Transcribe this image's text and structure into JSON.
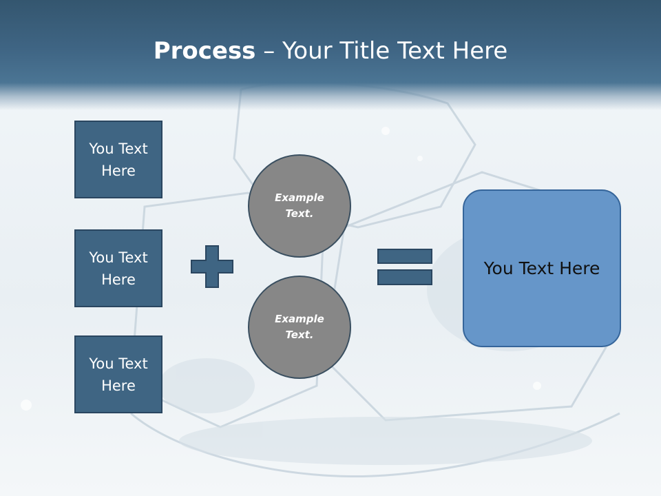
{
  "slide": {
    "title_bold": "Process",
    "title_rest": " – Your Title Text Here",
    "left_boxes": [
      "You Text Here",
      "You Text Here",
      "You Text Here"
    ],
    "circles": [
      "Example Text.",
      "Example Text."
    ],
    "result_text": "You Text Here",
    "operators": {
      "plus_icon": "plus-icon",
      "equals_icon": "equals-icon"
    }
  },
  "colors": {
    "header": "#3f6584",
    "box_fill": "#3f6583",
    "circle_fill": "#878787",
    "result_fill": "#6696c9"
  }
}
